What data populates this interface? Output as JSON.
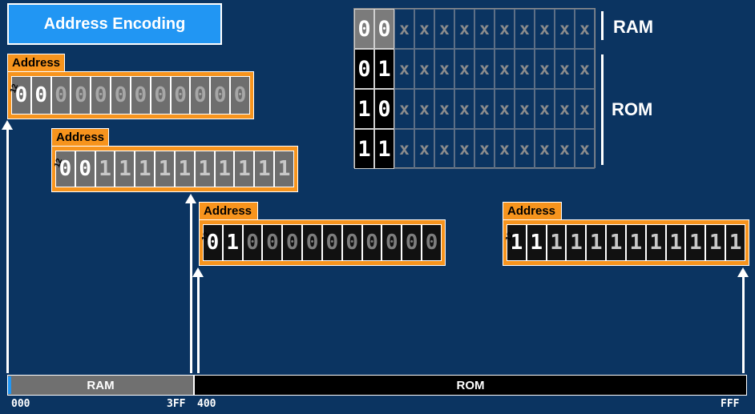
{
  "title": "Address Encoding",
  "registers": [
    {
      "label": "Address",
      "width": "12",
      "bits": [
        "0",
        "0",
        "0",
        "0",
        "0",
        "0",
        "0",
        "0",
        "0",
        "0",
        "0",
        "0"
      ]
    },
    {
      "label": "Address",
      "width": "12",
      "bits": [
        "0",
        "0",
        "1",
        "1",
        "1",
        "1",
        "1",
        "1",
        "1",
        "1",
        "1",
        "1"
      ]
    },
    {
      "label": "Address",
      "width": "12",
      "bits": [
        "0",
        "1",
        "0",
        "0",
        "0",
        "0",
        "0",
        "0",
        "0",
        "0",
        "0",
        "0"
      ]
    },
    {
      "label": "Address",
      "width": "12",
      "bits": [
        "1",
        "1",
        "1",
        "1",
        "1",
        "1",
        "1",
        "1",
        "1",
        "1",
        "1",
        "1"
      ]
    }
  ],
  "map": {
    "rows": [
      {
        "prefix": [
          "0",
          "0"
        ],
        "rest": "x"
      },
      {
        "prefix": [
          "0",
          "1"
        ],
        "rest": "x"
      },
      {
        "prefix": [
          "1",
          "0"
        ],
        "rest": "x"
      },
      {
        "prefix": [
          "1",
          "1"
        ],
        "rest": "x"
      }
    ],
    "ram_label": "RAM",
    "rom_label": "ROM"
  },
  "memory_bar": {
    "ram_label": "RAM",
    "rom_label": "ROM",
    "addr_start": "000",
    "addr_ram_end": "3FF",
    "addr_rom_start": "400",
    "addr_end": "FFF"
  }
}
